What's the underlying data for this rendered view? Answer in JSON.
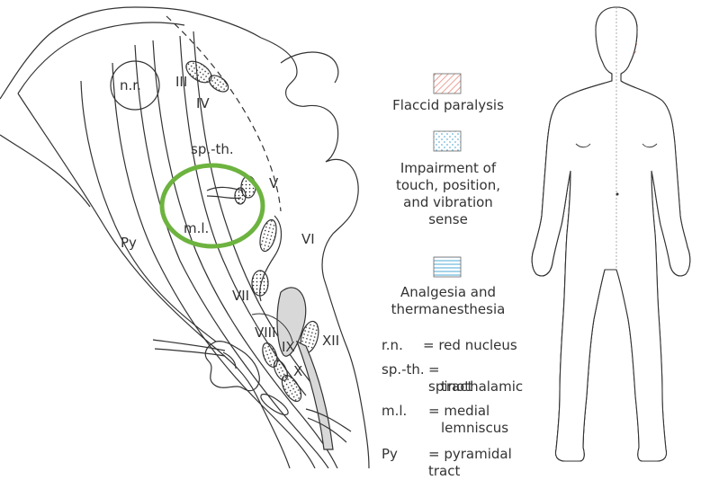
{
  "diagram": {
    "region_labels": {
      "nr": "n.r.",
      "iii": "III",
      "iv": "IV",
      "spth": "sp.-th.",
      "v": "V",
      "ml": "m.l.",
      "py": "Py",
      "vi": "VI",
      "vii": "VII",
      "viii": "VIII",
      "ix": "IX",
      "x": "X",
      "xii": "XII"
    },
    "lesion_color": "#6db33f"
  },
  "legend": [
    {
      "pattern": "red-hatch",
      "label_lines": [
        "Flaccid paralysis"
      ],
      "color": "#e07a6a"
    },
    {
      "pattern": "blue-dots",
      "label_lines": [
        "Impairment of",
        "touch, position,",
        "and vibration",
        "sense"
      ],
      "color": "#5ab3d8"
    },
    {
      "pattern": "blue-lines",
      "label_lines": [
        "Analgesia and",
        "thermanesthesia"
      ],
      "color": "#5ab3d8"
    }
  ],
  "abbreviations": [
    {
      "abbr": "r.n.",
      "definition_lines": [
        "= red nucleus"
      ]
    },
    {
      "abbr": "sp.-th.",
      "definition_lines": [
        "= spinothalamic",
        "tract"
      ]
    },
    {
      "abbr": "m.l.",
      "definition_lines": [
        "= medial",
        "lemniscus"
      ]
    },
    {
      "abbr": "Py",
      "definition_lines": [
        "= pyramidal tract"
      ]
    }
  ],
  "body_figure": {
    "fill_color": "#d6ecf6"
  }
}
